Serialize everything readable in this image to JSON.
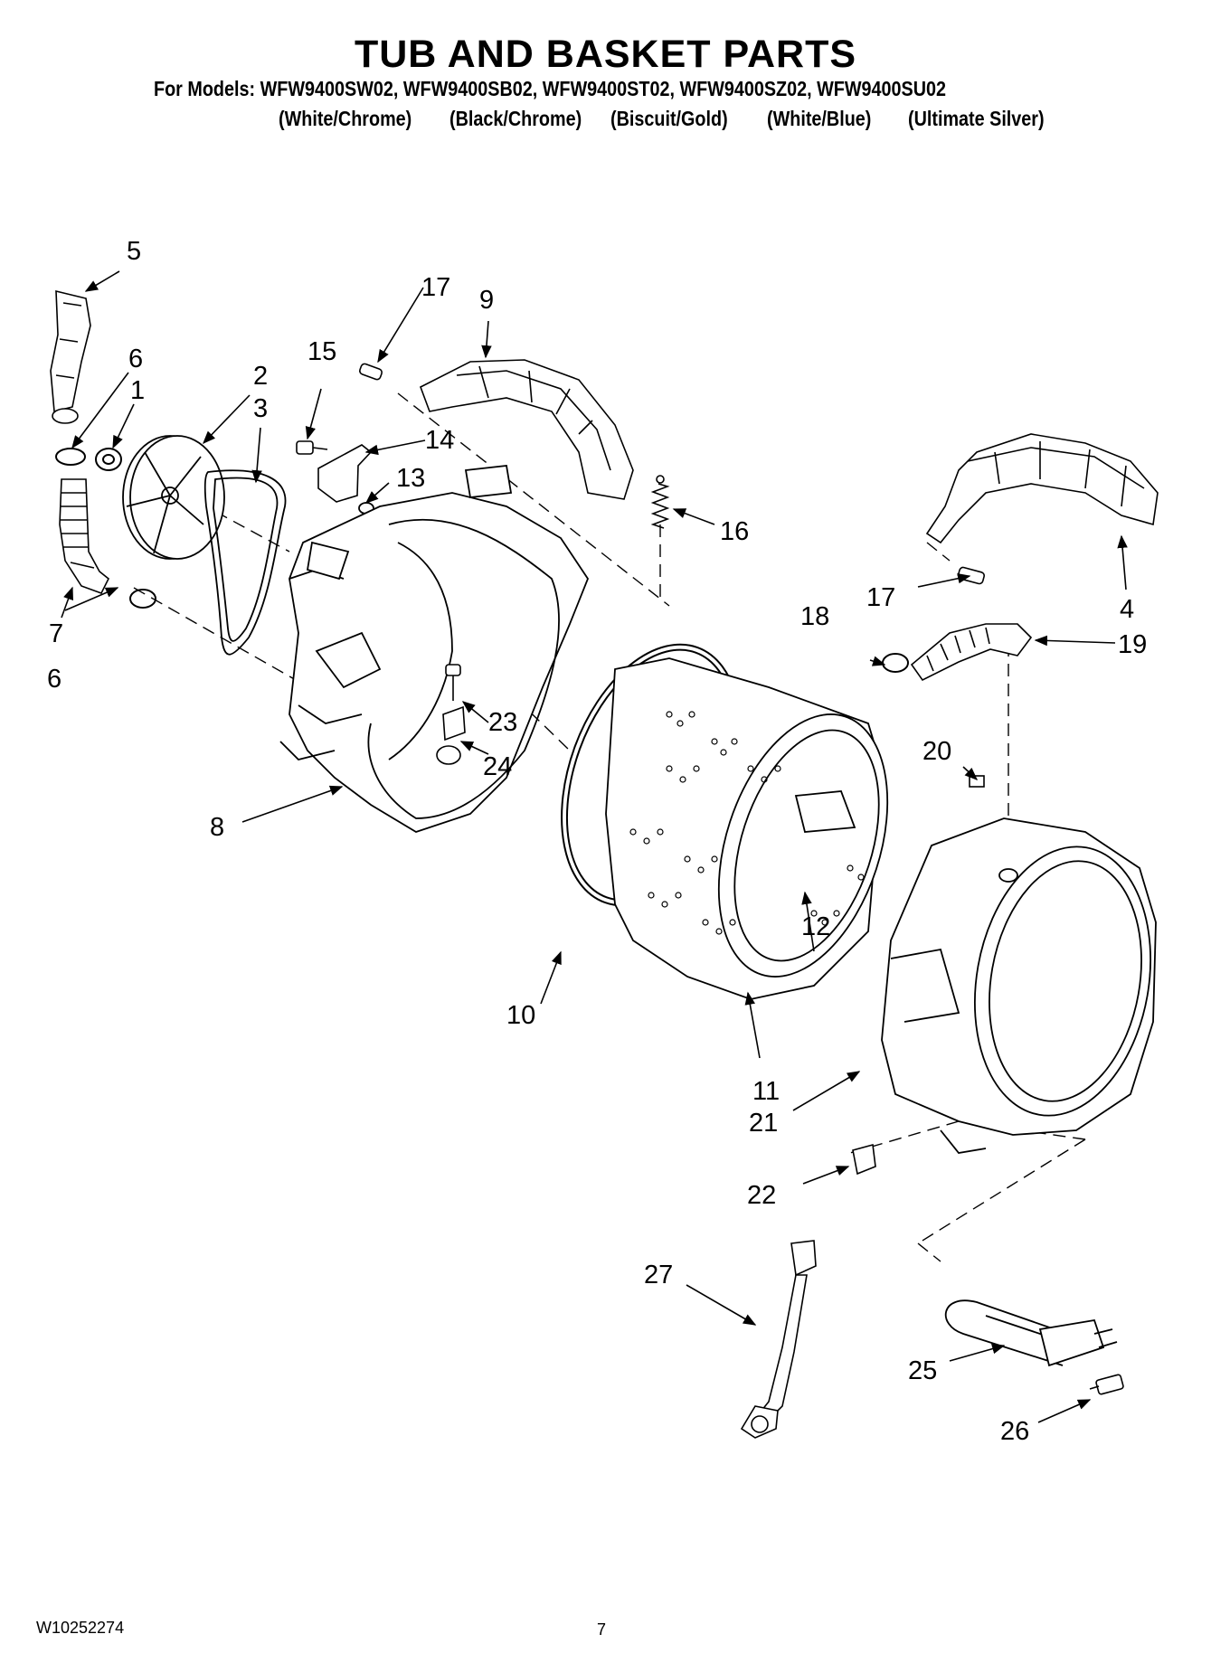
{
  "header": {
    "title": "TUB AND BASKET PARTS",
    "models_line": "For Models: WFW9400SW02, WFW9400SB02, WFW9400ST02, WFW9400SZ02, WFW9400SU02",
    "colors": [
      "(White/Chrome)",
      "(Black/Chrome)",
      "(Biscuit/Gold)",
      "(White/Blue)",
      "(Ultimate Silver)"
    ]
  },
  "footer": {
    "document_number": "W10252274",
    "page_number": "7"
  },
  "callouts": {
    "c1": "1",
    "c2": "2",
    "c3": "3",
    "c4": "4",
    "c5": "5",
    "c6a": "6",
    "c6b": "6",
    "c7": "7",
    "c8": "8",
    "c9": "9",
    "c10": "10",
    "c11": "11",
    "c12": "12",
    "c13": "13",
    "c14": "14",
    "c15": "15",
    "c16": "16",
    "c17a": "17",
    "c17b": "17",
    "c18": "18",
    "c19": "19",
    "c20": "20",
    "c21": "21",
    "c22": "22",
    "c23": "23",
    "c24": "24",
    "c25": "25",
    "c26": "26",
    "c27": "27"
  },
  "parts": {
    "outer_tub_rear": "outer-tub-rear-icon",
    "basket": "wash-basket-icon",
    "tub_front": "outer-tub-front-icon",
    "pulley": "pulley-icon",
    "belt": "drive-belt-icon",
    "heater": "heater-element-icon",
    "damper": "damper-icon",
    "hose": "hose-icon",
    "counterweight": "counterweight-icon",
    "spring": "spring-icon"
  }
}
